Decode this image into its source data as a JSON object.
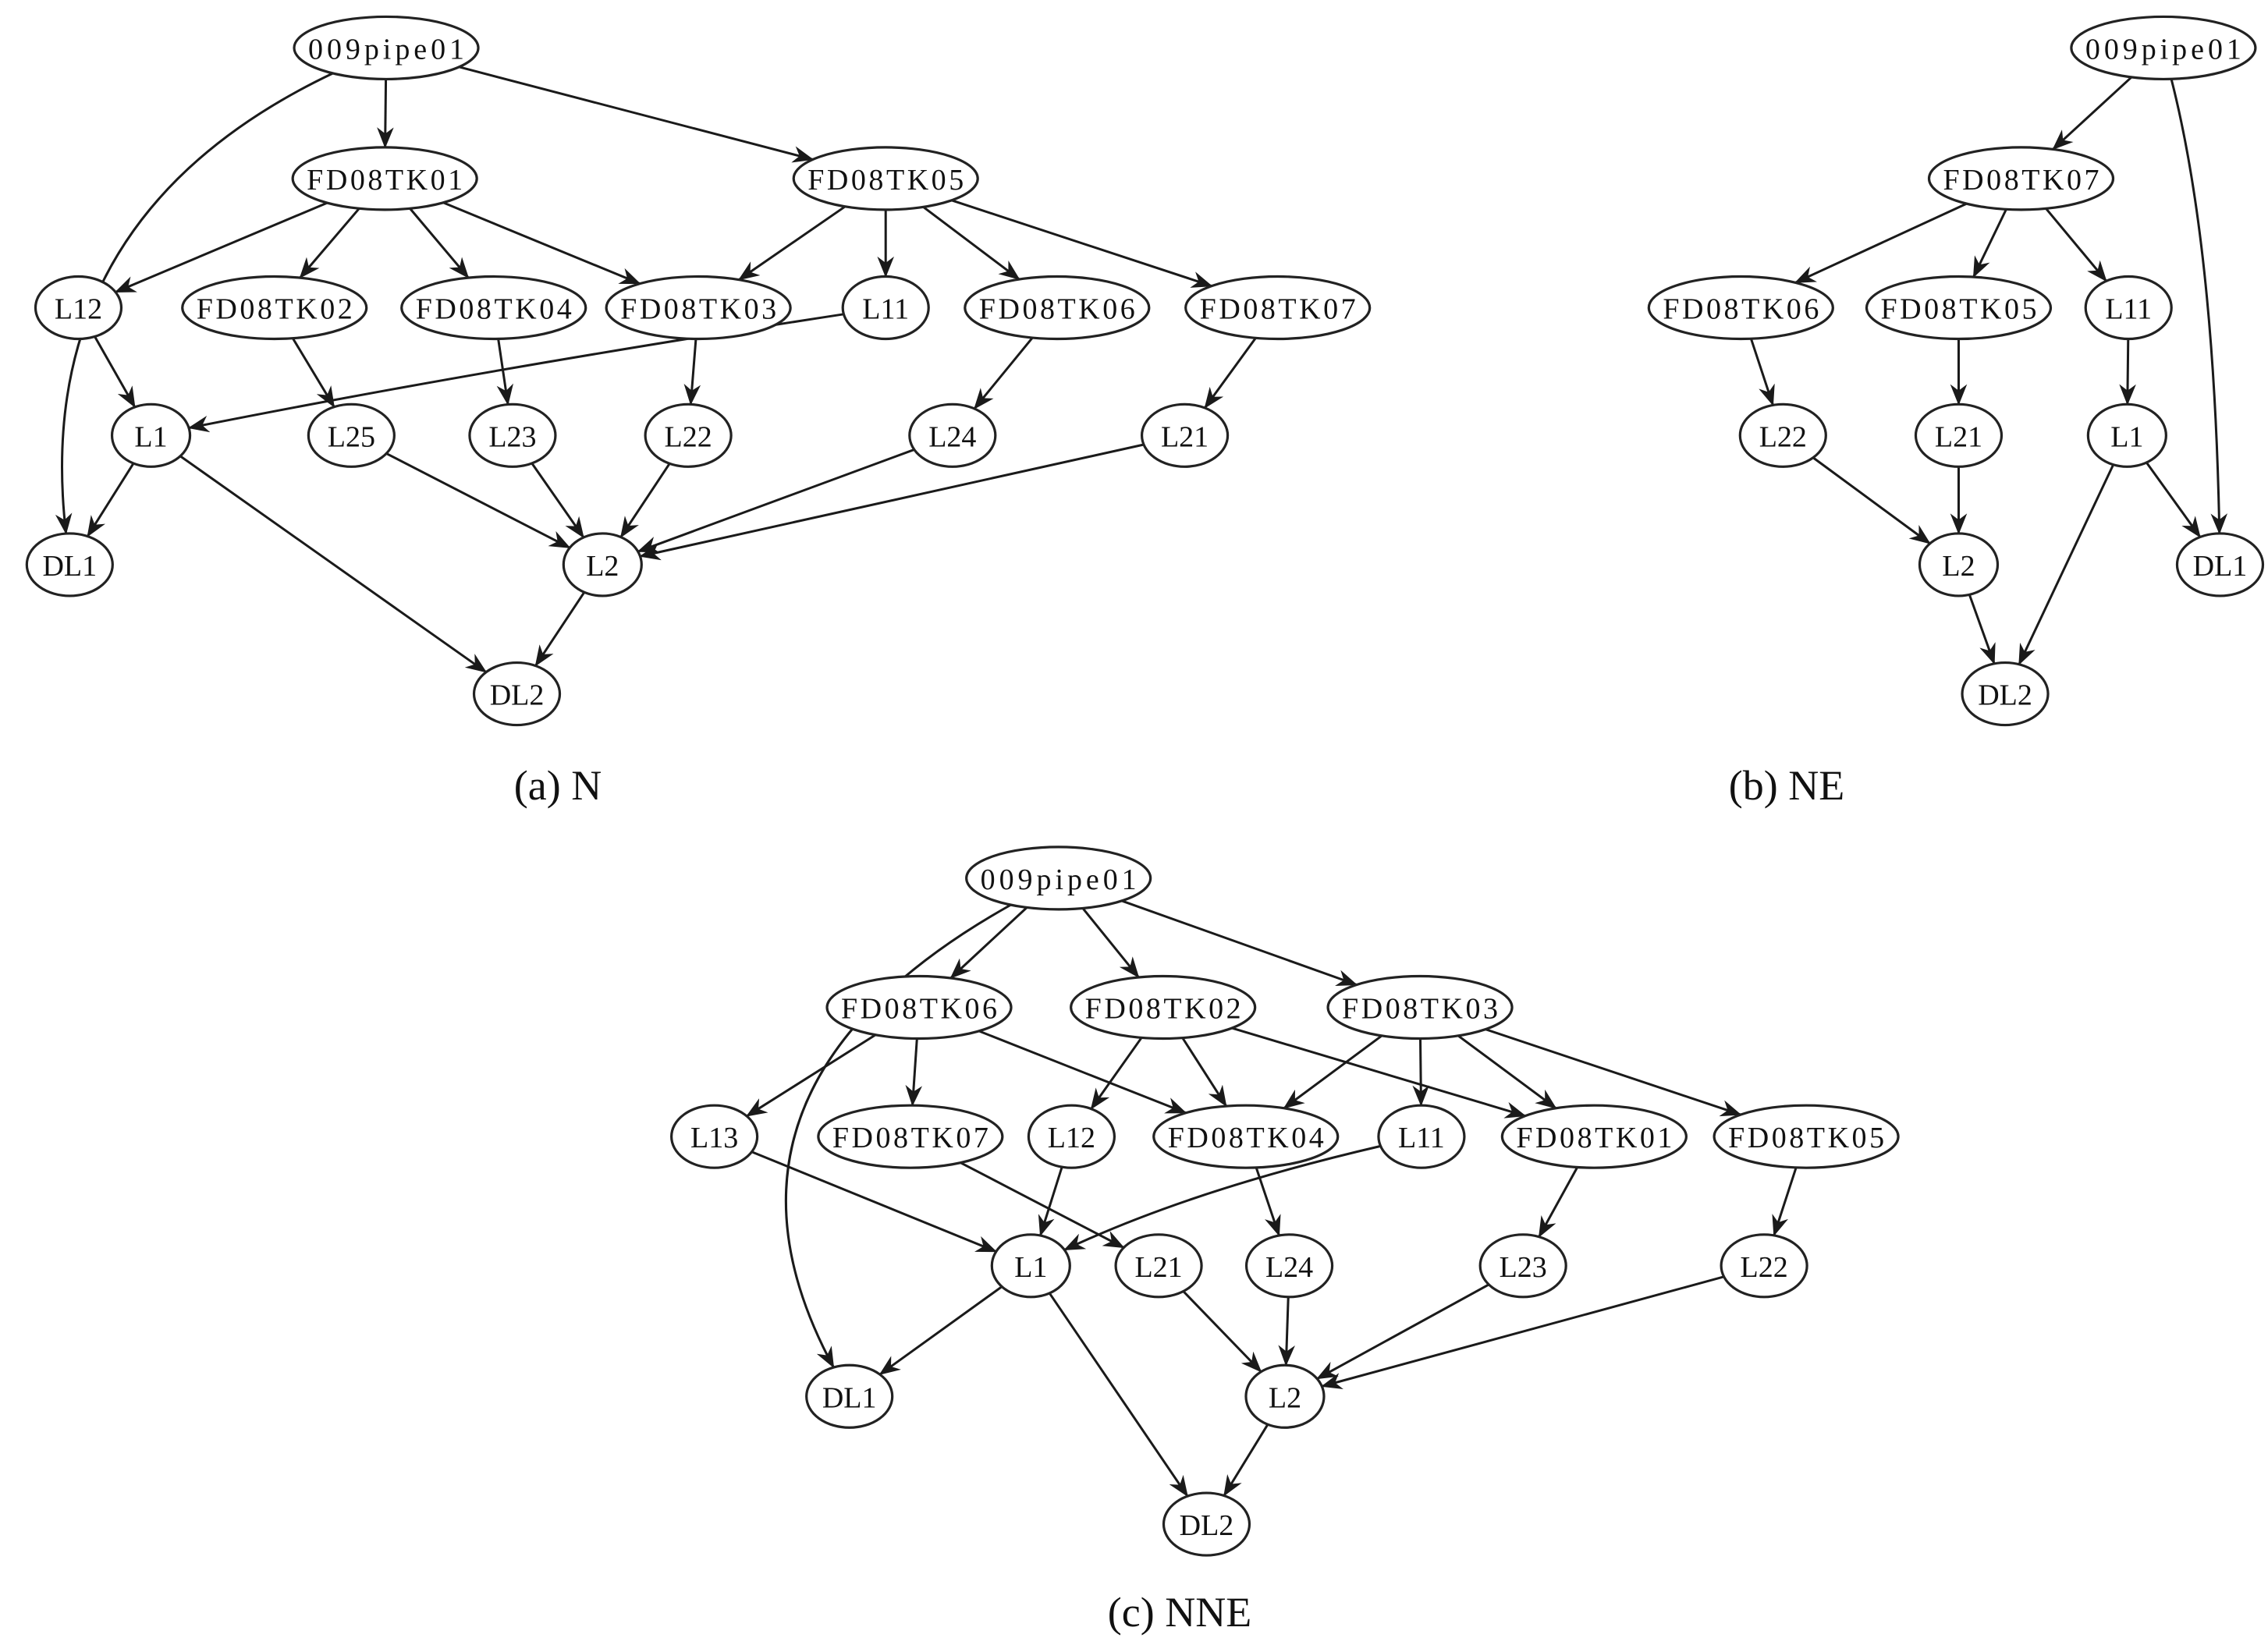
{
  "figure": {
    "panels": [
      {
        "id": "a",
        "caption": "(a) N",
        "nodes": [
          "009pipe01",
          "FD08TK01",
          "FD08TK05",
          "L12",
          "FD08TK02",
          "FD08TK04",
          "FD08TK03",
          "L11",
          "FD08TK06",
          "FD08TK07",
          "L1",
          "L25",
          "L23",
          "L22",
          "L24",
          "L21",
          "DL1",
          "L2",
          "DL2"
        ],
        "edges": [
          [
            "009pipe01",
            "FD08TK01"
          ],
          [
            "009pipe01",
            "FD08TK05"
          ],
          [
            "009pipe01",
            "DL1"
          ],
          [
            "FD08TK01",
            "L12"
          ],
          [
            "FD08TK01",
            "FD08TK02"
          ],
          [
            "FD08TK01",
            "FD08TK04"
          ],
          [
            "FD08TK01",
            "FD08TK03"
          ],
          [
            "FD08TK05",
            "FD08TK03"
          ],
          [
            "FD08TK05",
            "L11"
          ],
          [
            "FD08TK05",
            "FD08TK06"
          ],
          [
            "FD08TK05",
            "FD08TK07"
          ],
          [
            "L12",
            "L1"
          ],
          [
            "FD08TK02",
            "L25"
          ],
          [
            "FD08TK04",
            "L23"
          ],
          [
            "FD08TK03",
            "L22"
          ],
          [
            "L11",
            "L1"
          ],
          [
            "FD08TK06",
            "L24"
          ],
          [
            "FD08TK07",
            "L21"
          ],
          [
            "L1",
            "DL1"
          ],
          [
            "L1",
            "DL2"
          ],
          [
            "L25",
            "L2"
          ],
          [
            "L23",
            "L2"
          ],
          [
            "L22",
            "L2"
          ],
          [
            "L24",
            "L2"
          ],
          [
            "L21",
            "L2"
          ],
          [
            "L2",
            "DL2"
          ]
        ]
      },
      {
        "id": "b",
        "caption": "(b) NE",
        "nodes": [
          "009pipe01",
          "FD08TK07",
          "FD08TK06",
          "FD08TK05",
          "L11",
          "L22",
          "L21",
          "L1",
          "L2",
          "DL1",
          "DL2"
        ],
        "edges": [
          [
            "009pipe01",
            "FD08TK07"
          ],
          [
            "009pipe01",
            "DL1"
          ],
          [
            "FD08TK07",
            "FD08TK06"
          ],
          [
            "FD08TK07",
            "FD08TK05"
          ],
          [
            "FD08TK07",
            "L11"
          ],
          [
            "FD08TK06",
            "L22"
          ],
          [
            "FD08TK05",
            "L21"
          ],
          [
            "L11",
            "L1"
          ],
          [
            "L22",
            "L2"
          ],
          [
            "L21",
            "L2"
          ],
          [
            "L1",
            "DL1"
          ],
          [
            "L1",
            "DL2"
          ],
          [
            "L2",
            "DL2"
          ]
        ]
      },
      {
        "id": "c",
        "caption": "(c) NNE",
        "nodes": [
          "009pipe01",
          "FD08TK06",
          "FD08TK02",
          "FD08TK03",
          "L13",
          "FD08TK07",
          "L12",
          "FD08TK04",
          "L11",
          "FD08TK01",
          "FD08TK05",
          "L1",
          "L21",
          "L24",
          "L23",
          "L22",
          "DL1",
          "L2",
          "DL2"
        ],
        "edges": [
          [
            "009pipe01",
            "FD08TK06"
          ],
          [
            "009pipe01",
            "FD08TK02"
          ],
          [
            "009pipe01",
            "FD08TK03"
          ],
          [
            "009pipe01",
            "DL1"
          ],
          [
            "FD08TK06",
            "L13"
          ],
          [
            "FD08TK06",
            "FD08TK07"
          ],
          [
            "FD08TK06",
            "FD08TK04"
          ],
          [
            "FD08TK02",
            "L12"
          ],
          [
            "FD08TK02",
            "FD08TK04"
          ],
          [
            "FD08TK02",
            "FD08TK01"
          ],
          [
            "FD08TK03",
            "FD08TK04"
          ],
          [
            "FD08TK03",
            "L11"
          ],
          [
            "FD08TK03",
            "FD08TK01"
          ],
          [
            "FD08TK03",
            "FD08TK05"
          ],
          [
            "L13",
            "L1"
          ],
          [
            "FD08TK07",
            "L21"
          ],
          [
            "L12",
            "L1"
          ],
          [
            "L11",
            "L1"
          ],
          [
            "FD08TK04",
            "L24"
          ],
          [
            "FD08TK01",
            "L23"
          ],
          [
            "FD08TK05",
            "L22"
          ],
          [
            "L1",
            "DL1"
          ],
          [
            "L1",
            "DL2"
          ],
          [
            "L21",
            "L2"
          ],
          [
            "L24",
            "L2"
          ],
          [
            "L23",
            "L2"
          ],
          [
            "L22",
            "L2"
          ],
          [
            "L2",
            "DL2"
          ]
        ]
      }
    ]
  }
}
